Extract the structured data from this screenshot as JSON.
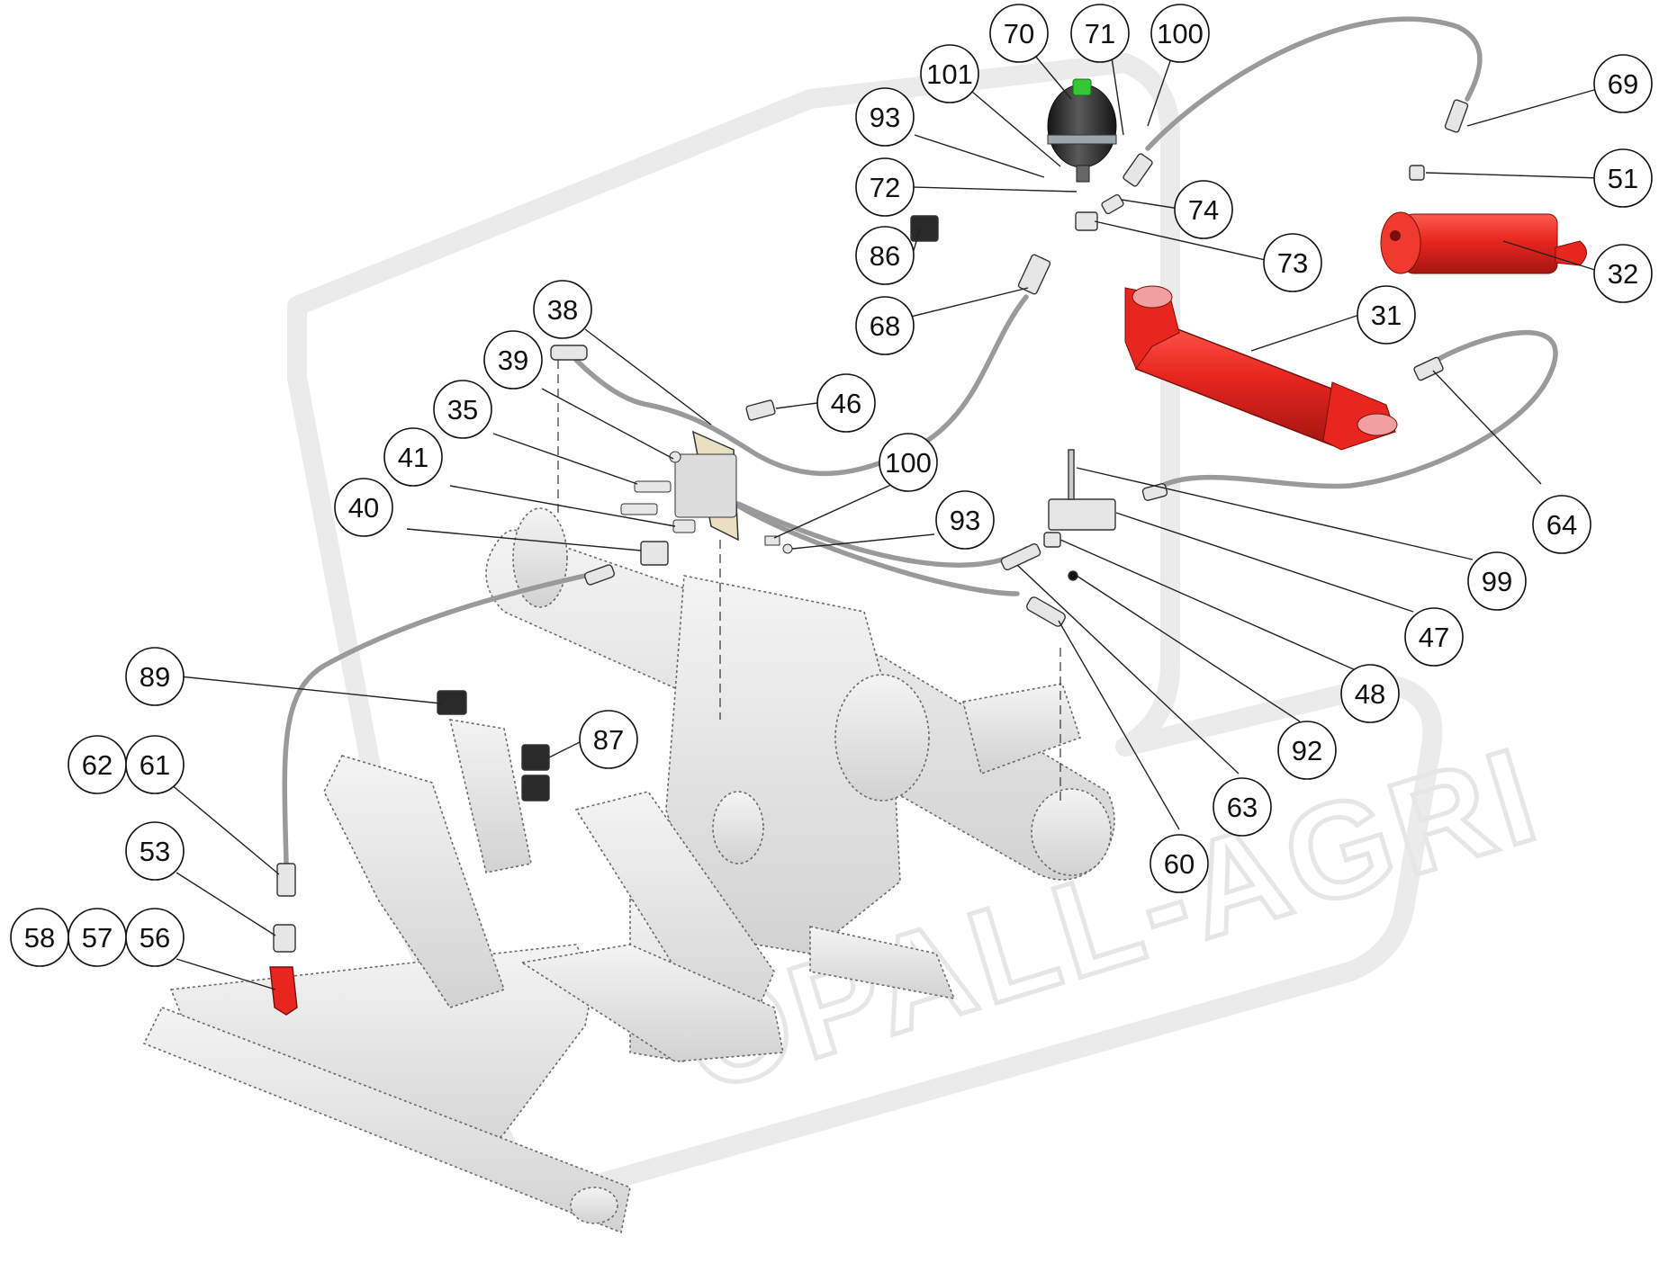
{
  "watermark": {
    "brand": "OPALL-AGRI"
  },
  "callouts": [
    {
      "id": "c70",
      "label": "70"
    },
    {
      "id": "c71",
      "label": "71"
    },
    {
      "id": "c100a",
      "label": "100"
    },
    {
      "id": "c101",
      "label": "101"
    },
    {
      "id": "c93a",
      "label": "93"
    },
    {
      "id": "c72",
      "label": "72"
    },
    {
      "id": "c74",
      "label": "74"
    },
    {
      "id": "c73",
      "label": "73"
    },
    {
      "id": "c86",
      "label": "86"
    },
    {
      "id": "c68",
      "label": "68"
    },
    {
      "id": "c69",
      "label": "69"
    },
    {
      "id": "c51",
      "label": "51"
    },
    {
      "id": "c32",
      "label": "32"
    },
    {
      "id": "c31",
      "label": "31"
    },
    {
      "id": "c38",
      "label": "38"
    },
    {
      "id": "c39",
      "label": "39"
    },
    {
      "id": "c46",
      "label": "46"
    },
    {
      "id": "c35",
      "label": "35"
    },
    {
      "id": "c41",
      "label": "41"
    },
    {
      "id": "c100b",
      "label": "100"
    },
    {
      "id": "c93b",
      "label": "93"
    },
    {
      "id": "c40",
      "label": "40"
    },
    {
      "id": "c64",
      "label": "64"
    },
    {
      "id": "c99",
      "label": "99"
    },
    {
      "id": "c47",
      "label": "47"
    },
    {
      "id": "c48",
      "label": "48"
    },
    {
      "id": "c92",
      "label": "92"
    },
    {
      "id": "c63",
      "label": "63"
    },
    {
      "id": "c60",
      "label": "60"
    },
    {
      "id": "c89",
      "label": "89"
    },
    {
      "id": "c87",
      "label": "87"
    },
    {
      "id": "c62",
      "label": "62"
    },
    {
      "id": "c61",
      "label": "61"
    },
    {
      "id": "c53",
      "label": "53"
    },
    {
      "id": "c58",
      "label": "58"
    },
    {
      "id": "c57",
      "label": "57"
    },
    {
      "id": "c56",
      "label": "56"
    }
  ],
  "colors": {
    "cylinder": "#e8261f",
    "cylinder_dark": "#9c1410",
    "hose": "#9a9a9a",
    "frame_line": "#555555",
    "frame_fill": "#e4e4e4",
    "accumulator": "#2a2a2a",
    "accumulator_cap": "#35c535",
    "watermark": "#ececec"
  }
}
